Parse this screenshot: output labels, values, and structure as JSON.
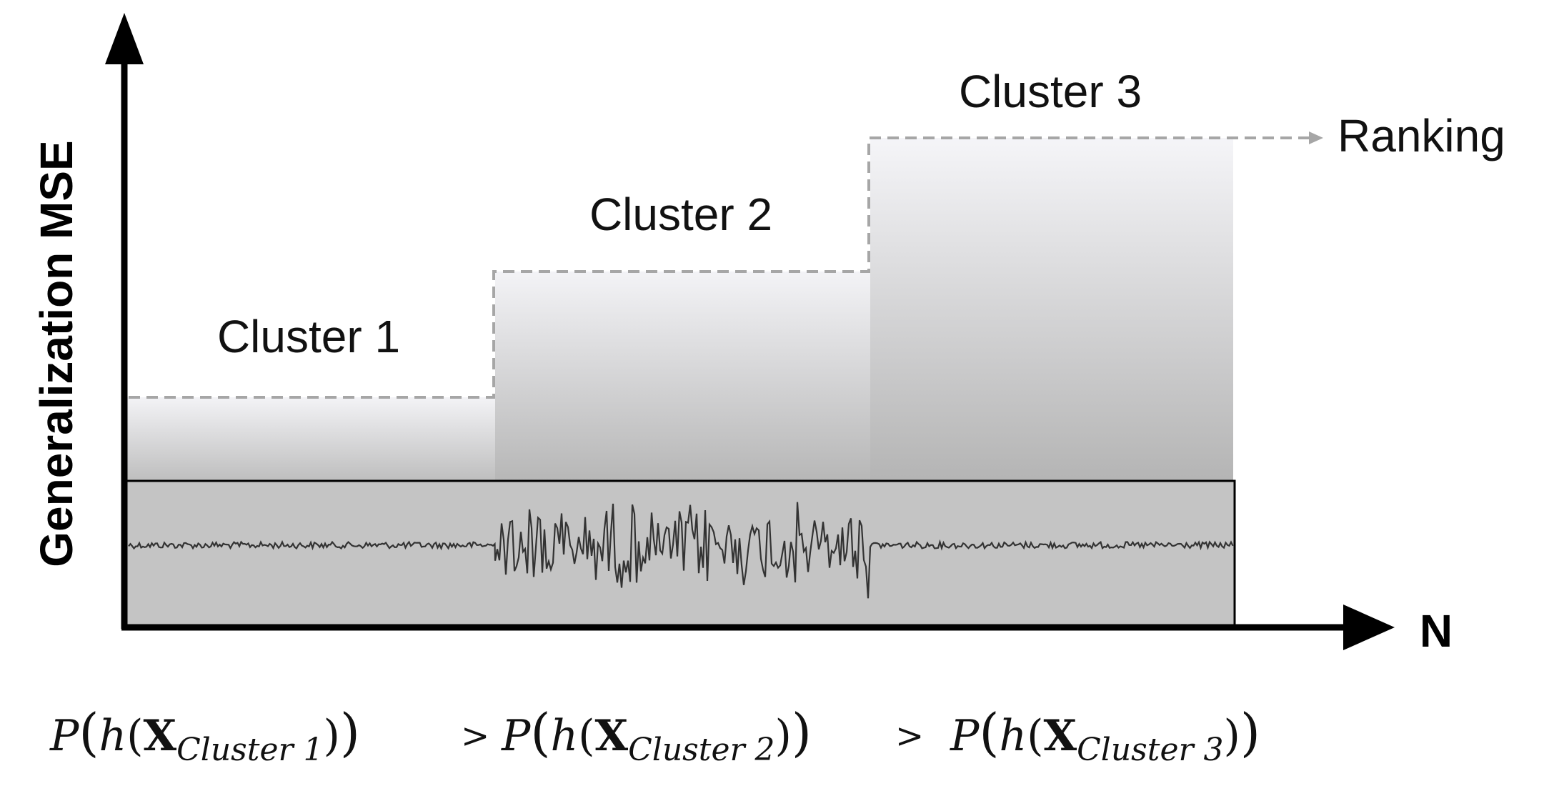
{
  "axes": {
    "y_label": "Generalization MSE",
    "x_label": "N"
  },
  "clusters": [
    {
      "label": "Cluster 1",
      "noise": "low"
    },
    {
      "label": "Cluster 2",
      "noise": "high"
    },
    {
      "label": "Cluster 3",
      "noise": "low"
    }
  ],
  "ranking_label": "Ranking",
  "formula": {
    "terms": [
      {
        "func": "P",
        "inner": "h",
        "var": "X",
        "subscript": "Cluster 1"
      },
      {
        "func": "P",
        "inner": "h",
        "var": "X",
        "subscript": "Cluster 2"
      },
      {
        "func": "P",
        "inner": "h",
        "var": "X",
        "subscript": "Cluster 3"
      }
    ],
    "operator": ">"
  },
  "colors": {
    "axis": "#000000",
    "dashed_line": "#a6a6a6",
    "base_band": "#c4c4c4",
    "gradient_dark": "#b3b3b3",
    "gradient_light": "#f4f4f6",
    "signal": "#333333"
  }
}
